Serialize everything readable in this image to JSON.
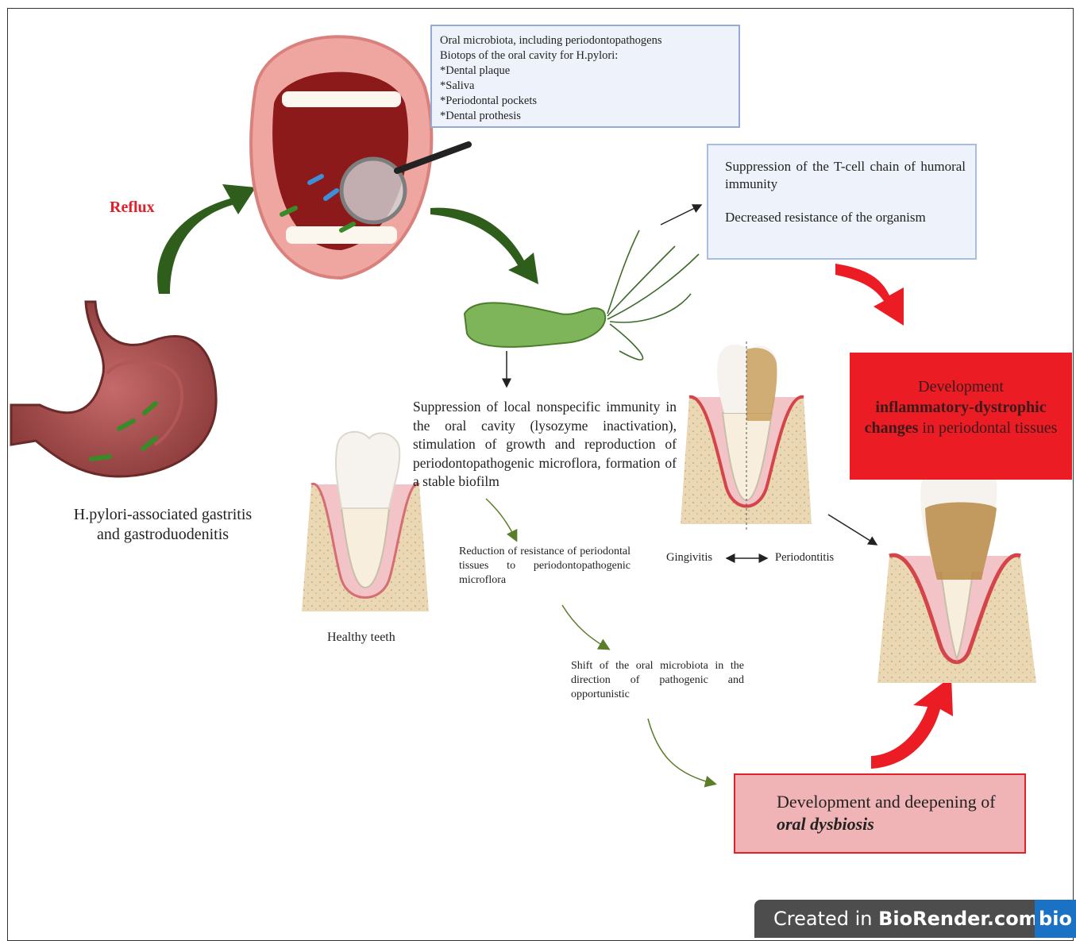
{
  "reflux": "Reflux",
  "stomach_caption": [
    "H.pylori-associated gastritis",
    "and gastroduodenitis"
  ],
  "oral_box": [
    "Oral microbiota, including periodontopathogens",
    "Biotops of the oral cavity for H.pylori:",
    "*Dental plaque",
    "*Saliva",
    "*Periodontal pockets",
    "*Dental prothesis"
  ],
  "tcell_box": {
    "line1": "Suppression of the T-cell chain of humoral immunity",
    "line2": "Decreased resistance of the organism"
  },
  "local_immunity": "Suppression of local nonspecific immunity in the oral cavity (lysozyme inactivation), stimulation of growth and reproduction of periodontopathogenic microflora, formation of a stable biofilm",
  "reduction": "Reduction of resistance of periodontal tissues to periodontopathogenic microflora",
  "shift": "Shift of the oral microbiota in the direction of pathogenic and opportunistic",
  "healthy_teeth": "Healthy teeth",
  "gingivitis": "Gingivitis",
  "periodontitis": "Periodontitis",
  "development_box": {
    "line1": "Development",
    "bold": "inflammatory-dystrophic changes",
    "rest": "in periodontal tissues"
  },
  "dysbiosis_box": {
    "pre": "Development and deepening of",
    "italic": "oral dysbiosis"
  },
  "badge": {
    "prefix": "Created in ",
    "brand": "BioRender.com",
    "logo": "bio"
  },
  "colors": {
    "reflux_red": "#e0202c",
    "dark_green": "#2f5e1c",
    "red_box": "#ec1c24",
    "pink_box": "#f0b4b6",
    "blue_box": "#eef2fb"
  }
}
